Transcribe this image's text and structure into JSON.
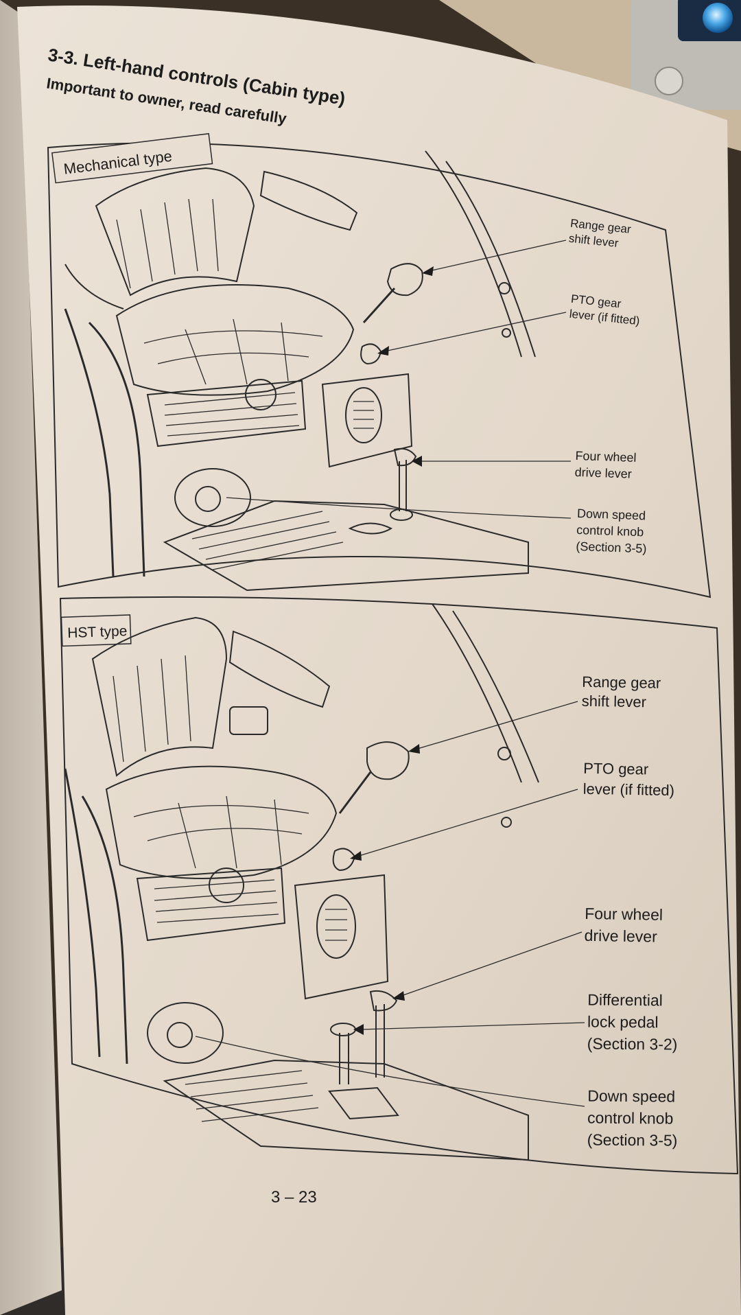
{
  "document": {
    "heading": "3-3. Left-hand controls (Cabin type)",
    "subheading": "Important to owner, read carefully",
    "page_number": "3 – 23"
  },
  "figures": [
    {
      "tag": "Mechanical type",
      "callouts": [
        {
          "lines": [
            "Range gear",
            "shift lever"
          ]
        },
        {
          "lines": [
            "PTO gear",
            "lever (if fitted)"
          ]
        },
        {
          "lines": [
            "Four wheel",
            "drive lever"
          ]
        },
        {
          "lines": [
            "Down speed",
            "control knob",
            "(Section 3-5)"
          ]
        }
      ]
    },
    {
      "tag": "HST type",
      "callouts": [
        {
          "lines": [
            "Range gear",
            "shift lever"
          ]
        },
        {
          "lines": [
            "PTO gear",
            "lever (if fitted)"
          ]
        },
        {
          "lines": [
            "Four wheel",
            "drive lever"
          ]
        },
        {
          "lines": [
            "Differential",
            "lock pedal",
            "(Section 3-2)"
          ]
        },
        {
          "lines": [
            "Down speed",
            "control knob",
            "(Section 3-5)"
          ]
        }
      ]
    }
  ],
  "monitor": {
    "logo": "windows-start-orb-icon"
  }
}
